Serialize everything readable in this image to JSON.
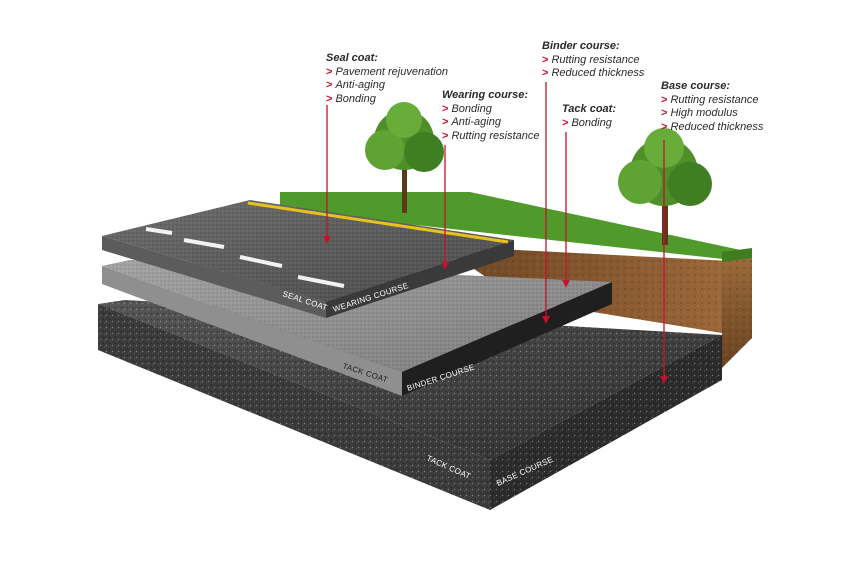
{
  "callouts": {
    "seal_coat": {
      "title": "Seal coat:",
      "items": [
        "Pavement rejuvenation",
        "Anti-aging",
        "Bonding"
      ]
    },
    "wearing_course": {
      "title": "Wearing course:",
      "items": [
        "Bonding",
        "Anti-aging",
        "Rutting resistance"
      ]
    },
    "binder_course": {
      "title": "Binder course:",
      "items": [
        "Rutting resistance",
        "Reduced thickness"
      ]
    },
    "tack_coat": {
      "title": "Tack coat:",
      "items": [
        "Bonding"
      ]
    },
    "base_course": {
      "title": "Base course:",
      "items": [
        "Rutting resistance",
        "High modulus",
        "Reduced thickness"
      ]
    }
  },
  "edge_labels": {
    "seal_coat": "SEAL COAT",
    "wearing_course": "WEARING COURSE",
    "tack_coat_upper": "TACK COAT",
    "binder_course": "BINDER COURSE",
    "tack_coat_lower": "TACK COAT",
    "base_course": "BASE COURSE"
  },
  "colors": {
    "arrow": "#c8102e",
    "chevron": "#c8102e",
    "grass": "#4f9a2a",
    "soil": "#8a5a32",
    "road_line_yellow": "#e8c21a",
    "road_line_white": "#f2f2f2"
  }
}
